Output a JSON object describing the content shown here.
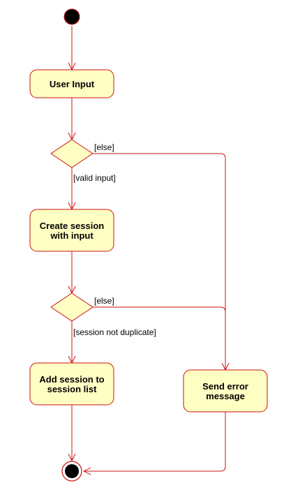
{
  "colors": {
    "stroke": "#cc1111",
    "node_fill": "#ffffc4",
    "start_fill": "#000000",
    "canvas_bg": "#ffffff"
  },
  "nodes": {
    "start": {
      "type": "initial"
    },
    "user_input": {
      "type": "action",
      "lines": [
        "User Input"
      ]
    },
    "decision_1": {
      "type": "decision"
    },
    "create_session": {
      "type": "action",
      "lines": [
        "Create session",
        "with input"
      ]
    },
    "decision_2": {
      "type": "decision"
    },
    "add_session": {
      "type": "action",
      "lines": [
        "Add session to",
        "session list"
      ]
    },
    "send_error": {
      "type": "action",
      "lines": [
        "Send error",
        "message"
      ]
    },
    "end": {
      "type": "final"
    }
  },
  "edges": {
    "start_to_user_input": {
      "from": "start",
      "to": "user_input"
    },
    "user_input_to_decision_1": {
      "from": "user_input",
      "to": "decision_1"
    },
    "decision_1_valid": {
      "from": "decision_1",
      "to": "create_session",
      "guard": "[valid input]"
    },
    "decision_1_else": {
      "from": "decision_1",
      "to": "send_error",
      "guard": "[else]"
    },
    "create_session_to_decision_2": {
      "from": "create_session",
      "to": "decision_2"
    },
    "decision_2_not_duplicate": {
      "from": "decision_2",
      "to": "add_session",
      "guard": "[session not duplicate]"
    },
    "decision_2_else": {
      "from": "decision_2",
      "to": "send_error",
      "guard": "[else]"
    },
    "add_session_to_end": {
      "from": "add_session",
      "to": "end"
    },
    "send_error_to_end": {
      "from": "send_error",
      "to": "end"
    }
  }
}
